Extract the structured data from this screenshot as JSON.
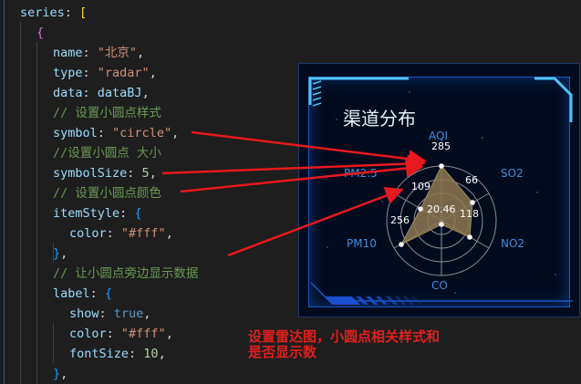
{
  "editor": {
    "lines": [
      {
        "indent": 1,
        "parts": [
          [
            "k",
            "series"
          ],
          [
            "p",
            ": "
          ],
          [
            "br1",
            "["
          ]
        ]
      },
      {
        "indent": 2,
        "parts": [
          [
            "br2",
            "{"
          ]
        ]
      },
      {
        "indent": 3,
        "parts": [
          [
            "k",
            "name"
          ],
          [
            "p",
            ": "
          ],
          [
            "s",
            "\"北京\""
          ],
          [
            "p",
            ","
          ]
        ]
      },
      {
        "indent": 3,
        "parts": [
          [
            "k",
            "type"
          ],
          [
            "p",
            ": "
          ],
          [
            "s",
            "\"radar\""
          ],
          [
            "p",
            ","
          ]
        ]
      },
      {
        "indent": 3,
        "parts": [
          [
            "k",
            "data"
          ],
          [
            "p",
            ": "
          ],
          [
            "k",
            "dataBJ"
          ],
          [
            "p",
            ","
          ]
        ]
      },
      {
        "indent": 3,
        "parts": [
          [
            "c",
            "// 设置小圆点样式"
          ]
        ]
      },
      {
        "indent": 3,
        "parts": [
          [
            "k",
            "symbol"
          ],
          [
            "p",
            ": "
          ],
          [
            "s",
            "\"circle\""
          ],
          [
            "p",
            ","
          ]
        ]
      },
      {
        "indent": 3,
        "parts": [
          [
            "c",
            "//设置小圆点 大小"
          ]
        ]
      },
      {
        "indent": 3,
        "parts": [
          [
            "k",
            "symbolSize"
          ],
          [
            "p",
            ": "
          ],
          [
            "n",
            "5"
          ],
          [
            "p",
            ","
          ]
        ]
      },
      {
        "indent": 3,
        "parts": [
          [
            "c",
            "// 设置小圆点颜色"
          ]
        ]
      },
      {
        "indent": 3,
        "parts": [
          [
            "k",
            "itemStyle"
          ],
          [
            "p",
            ": "
          ],
          [
            "br3",
            "{"
          ]
        ]
      },
      {
        "indent": 4,
        "parts": [
          [
            "k",
            "color"
          ],
          [
            "p",
            ": "
          ],
          [
            "s",
            "\"#fff\""
          ],
          [
            "p",
            ","
          ]
        ]
      },
      {
        "indent": 3,
        "parts": [
          [
            "br3",
            "}"
          ],
          [
            "p",
            ","
          ]
        ]
      },
      {
        "indent": 3,
        "parts": [
          [
            "c",
            "// 让小圆点旁边显示数据"
          ]
        ]
      },
      {
        "indent": 3,
        "parts": [
          [
            "k",
            "label"
          ],
          [
            "p",
            ": "
          ],
          [
            "br3",
            "{"
          ]
        ]
      },
      {
        "indent": 4,
        "parts": [
          [
            "k",
            "show"
          ],
          [
            "p",
            ": "
          ],
          [
            "b",
            "true"
          ],
          [
            "p",
            ","
          ]
        ]
      },
      {
        "indent": 4,
        "parts": [
          [
            "k",
            "color"
          ],
          [
            "p",
            ": "
          ],
          [
            "s",
            "\"#fff\""
          ],
          [
            "p",
            ","
          ]
        ]
      },
      {
        "indent": 4,
        "parts": [
          [
            "k",
            "fontSize"
          ],
          [
            "p",
            ": "
          ],
          [
            "n",
            "10"
          ],
          [
            "p",
            ","
          ]
        ]
      },
      {
        "indent": 3,
        "parts": [
          [
            "br3",
            "}"
          ],
          [
            "p",
            ","
          ]
        ]
      }
    ]
  },
  "panel": {
    "title": "渠道分布",
    "axes": {
      "aqi": "AQI",
      "so2": "SO2",
      "no2": "NO2",
      "co": "CO",
      "pm10": "PM10",
      "pm25": "PM2.5"
    },
    "labels": {
      "aqi": "285",
      "so2": "66",
      "no2": "118",
      "co": "20.46",
      "pm10": "256",
      "pm25": "109"
    },
    "colors": {
      "fill": "#8c7850",
      "axis_label": "#3d8fe0",
      "frame": "#4fc3f7",
      "bg": "#020b1e"
    }
  },
  "annotation": {
    "line1": "设置雷达图，小圆点相关样式和",
    "line2": "是否显示数"
  },
  "chart_data": {
    "type": "radar",
    "title": "渠道分布",
    "indicators": [
      "AQI",
      "SO2",
      "NO2",
      "CO",
      "PM10",
      "PM2.5"
    ],
    "series": [
      {
        "name": "北京",
        "values": [
          285,
          66,
          118,
          20.46,
          256,
          109
        ]
      }
    ],
    "symbol": "circle",
    "symbolSize": 5
  }
}
